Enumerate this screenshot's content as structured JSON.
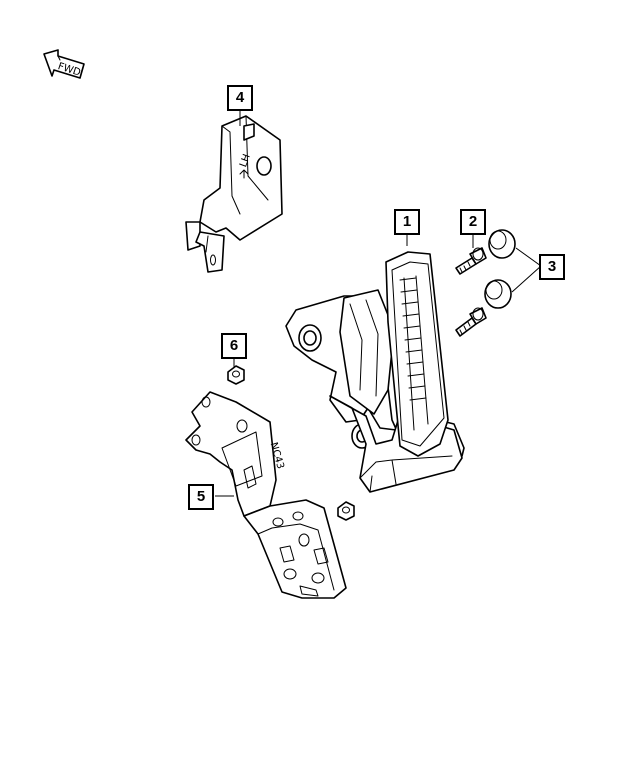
{
  "direction_indicator": {
    "label": "FWD",
    "icon": "forward-arrow-icon"
  },
  "bracket_marking": {
    "side": "LH"
  },
  "plate_marking": {
    "code": "NC43"
  },
  "callouts": [
    {
      "id": "1",
      "label": "1",
      "part": "accelerator-pedal"
    },
    {
      "id": "2",
      "label": "2",
      "part": "bolt"
    },
    {
      "id": "3",
      "label": "3",
      "part": "pedal-bumper"
    },
    {
      "id": "4",
      "label": "4",
      "part": "bracket"
    },
    {
      "id": "5",
      "label": "5",
      "part": "mounting-bracket"
    },
    {
      "id": "6",
      "label": "6",
      "part": "nut"
    }
  ]
}
